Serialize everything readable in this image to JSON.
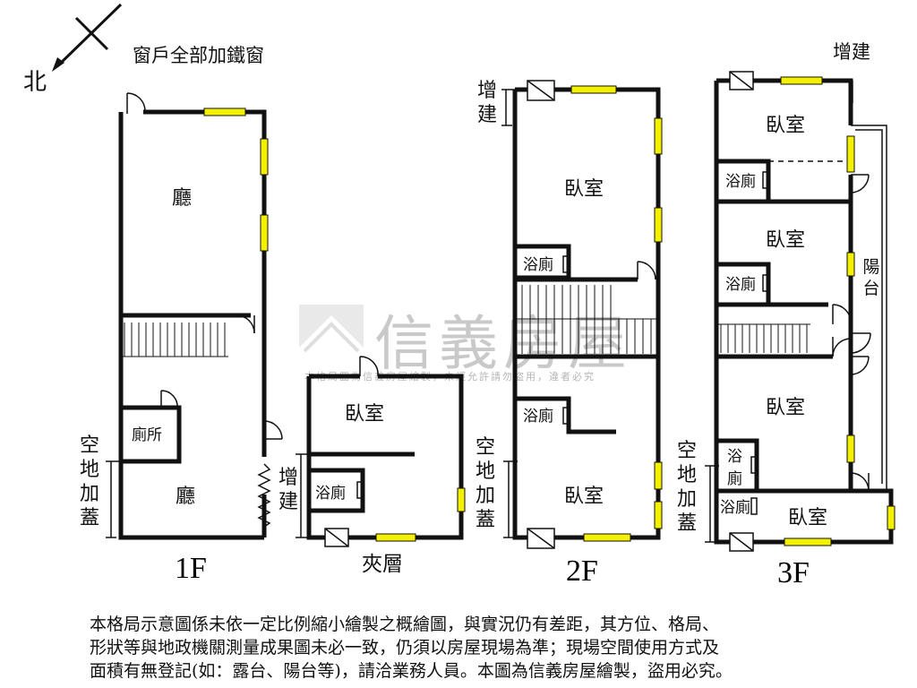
{
  "compass": {
    "north_label": "北"
  },
  "note_windows": "窗戶全部加鐵窗",
  "floor_1f": {
    "label": "1F",
    "rooms": {
      "hall_upper": "廳",
      "toilet": "廁所",
      "hall_lower": "廳"
    },
    "side_label": "空地加蓋"
  },
  "floor_mezz": {
    "label": "夾層",
    "rooms": {
      "bedroom": "臥室",
      "bath": "浴廁"
    },
    "side_label": "增建"
  },
  "floor_2f": {
    "label": "2F",
    "rooms": {
      "bedroom_top": "臥室",
      "bath_1": "浴廁",
      "bath_2": "浴廁",
      "bedroom_bottom": "臥室"
    },
    "top_label": "增建",
    "side_label": "空地加蓋"
  },
  "floor_3f": {
    "label": "3F",
    "rooms": {
      "bedroom_1": "臥室",
      "bath_1": "浴廁",
      "bedroom_2": "臥室",
      "bath_2": "浴廁",
      "bedroom_3": "臥室",
      "bath_3a": "浴",
      "bath_3b": "廁",
      "bath_4": "浴廁",
      "bedroom_4": "臥室"
    },
    "top_label": "增建",
    "balcony_label": "陽台",
    "side_label": "空地加蓋"
  },
  "watermark": {
    "brand": "信義房屋",
    "text": "本格局圖為信義房屋繪製，未經允許請勿盜用，違者必究"
  },
  "disclaimer": {
    "line1": "本格局示意圖係未依一定比例縮小繪製之概繪圖，與實況仍有差距，其方位、格局、",
    "line2": "形狀等與地政機關測量成果圖未必一致，仍須以房屋現場為準；現場空間使用方式及",
    "line3": "面積有無登記(如：露台、陽台等)，請洽業務人員。本圖為信義房屋繪製，盜用必究。"
  },
  "colors": {
    "wall": "#111111",
    "window": "#f3f000",
    "watermark": "#c9c9c9"
  }
}
